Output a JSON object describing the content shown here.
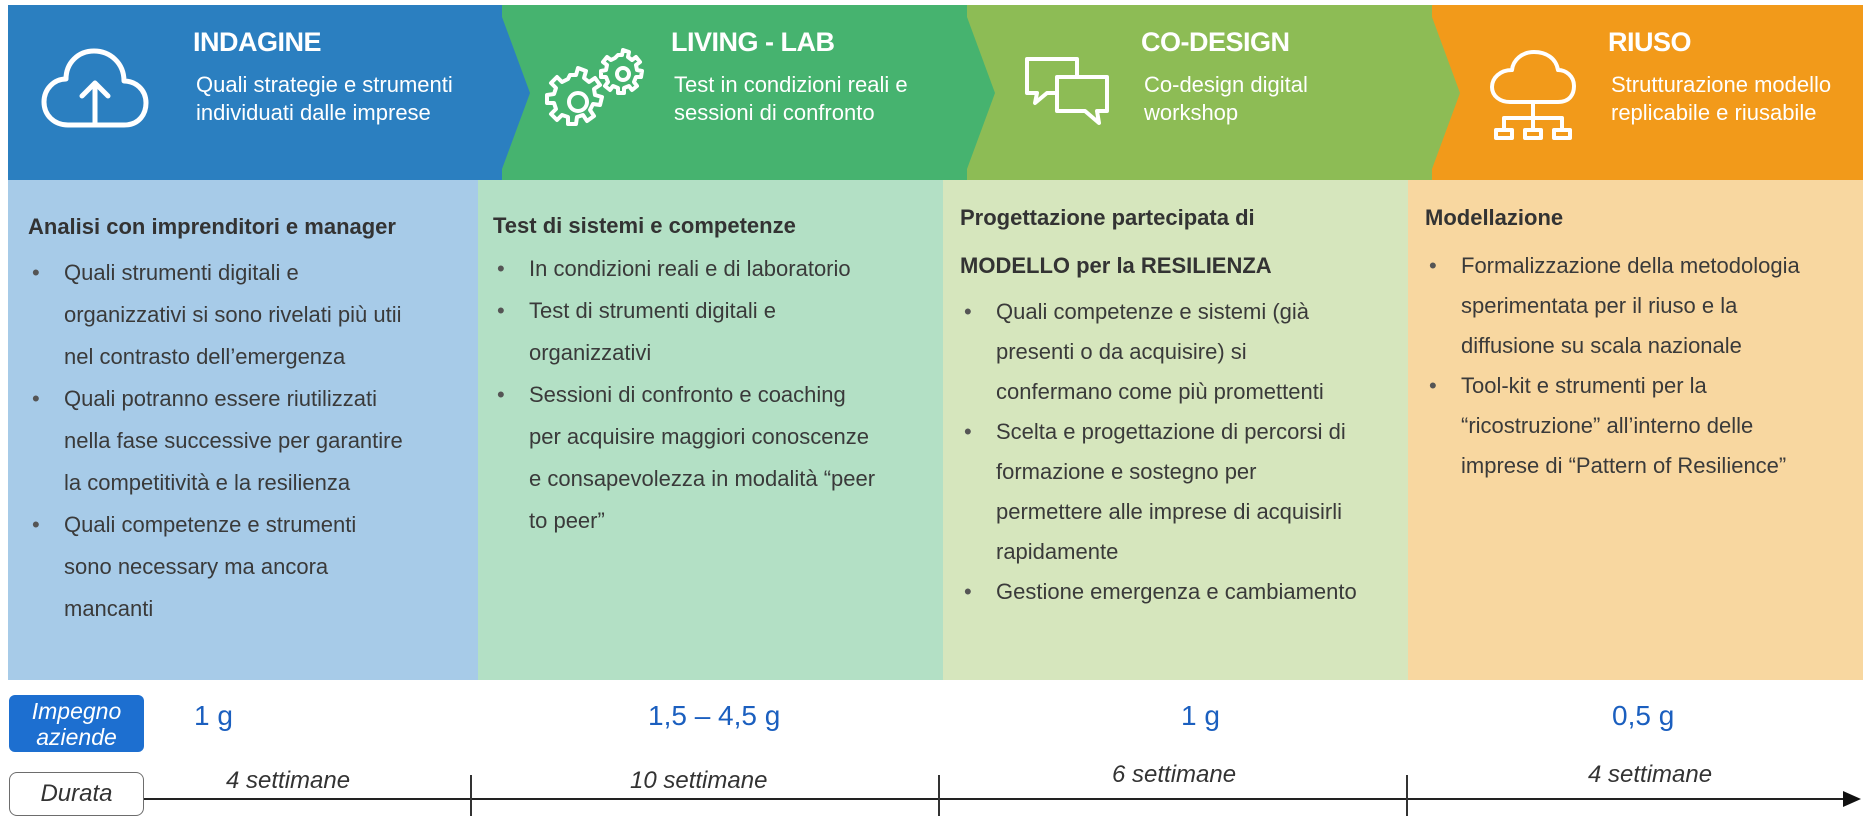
{
  "phases": [
    {
      "title": "INDAGINE",
      "subtitle": [
        "Quali strategie e strumenti",
        "individuati dalle imprese"
      ],
      "icon": "cloud-upload-icon",
      "header_color": "#2b7fc0",
      "body_color": "#a7cbe8",
      "heading": [
        "Analisi con imprenditori e manager"
      ],
      "bullets": [
        [
          "Quali strumenti digitali e",
          "organizzativi si sono rivelati più utii",
          "nel contrasto dell’emergenza"
        ],
        [
          "Quali potranno essere riutilizzati",
          "nella fase successive per garantire",
          "la competitività e la resilienza"
        ],
        [
          "Quali competenze e strumenti",
          "sono necessary ma ancora",
          "mancanti"
        ]
      ],
      "effort": "1 g",
      "duration": "4 settimane"
    },
    {
      "title": "LIVING - LAB",
      "subtitle": [
        "Test in condizioni reali e",
        "sessioni di confronto"
      ],
      "icon": "gears-icon",
      "header_color": "#46b36f",
      "body_color": "#b3e0c5",
      "heading": [
        "Test di sistemi e competenze"
      ],
      "bullets": [
        [
          "In condizioni reali e di laboratorio"
        ],
        [
          "Test di strumenti digitali e",
          "organizzativi"
        ],
        [
          "Sessioni di confronto e coaching",
          "per acquisire maggiori conoscenze",
          "e consapevolezza in modalità “peer",
          "to peer”"
        ]
      ],
      "effort": "1,5 – 4,5 g",
      "duration": "10 settimane"
    },
    {
      "title": "CO-DESIGN",
      "subtitle": [
        "Co-design digital",
        "workshop"
      ],
      "icon": "chat-bubbles-icon",
      "header_color": "#8dbc55",
      "body_color": "#d6e6bd",
      "heading": [
        "Progettazione partecipata di",
        "MODELLO  per la RESILIENZA"
      ],
      "bullets": [
        [
          "Quali competenze e sistemi (già",
          "presenti o da acquisire) si",
          "confermano come più promettenti"
        ],
        [
          "Scelta e progettazione di  percorsi di",
          "formazione e sostegno per",
          "permettere alle imprese di acquisirli",
          "rapidamente"
        ],
        [
          "Gestione emergenza e cambiamento"
        ]
      ],
      "effort": "1 g",
      "duration": "6 settimane"
    },
    {
      "title": "RIUSO",
      "subtitle": [
        "Strutturazione modello",
        "replicabile e riusabile"
      ],
      "icon": "cloud-network-icon",
      "header_color": "#f29a1a",
      "body_color": "#f8d7a0",
      "heading": [
        "Modellazione"
      ],
      "bullets": [
        [
          "Formalizzazione della metodologia",
          "sperimentata per il riuso e la",
          "diffusione su scala nazionale"
        ],
        [
          "Tool-kit e strumenti per la",
          "“ricostruzione” all’interno delle",
          "imprese di “Pattern of Resilience”"
        ]
      ],
      "effort": "0,5 g",
      "duration": "4 settimane"
    }
  ],
  "labels": {
    "impegno": [
      "Impegno",
      "aziende"
    ],
    "durata": "Durata"
  }
}
